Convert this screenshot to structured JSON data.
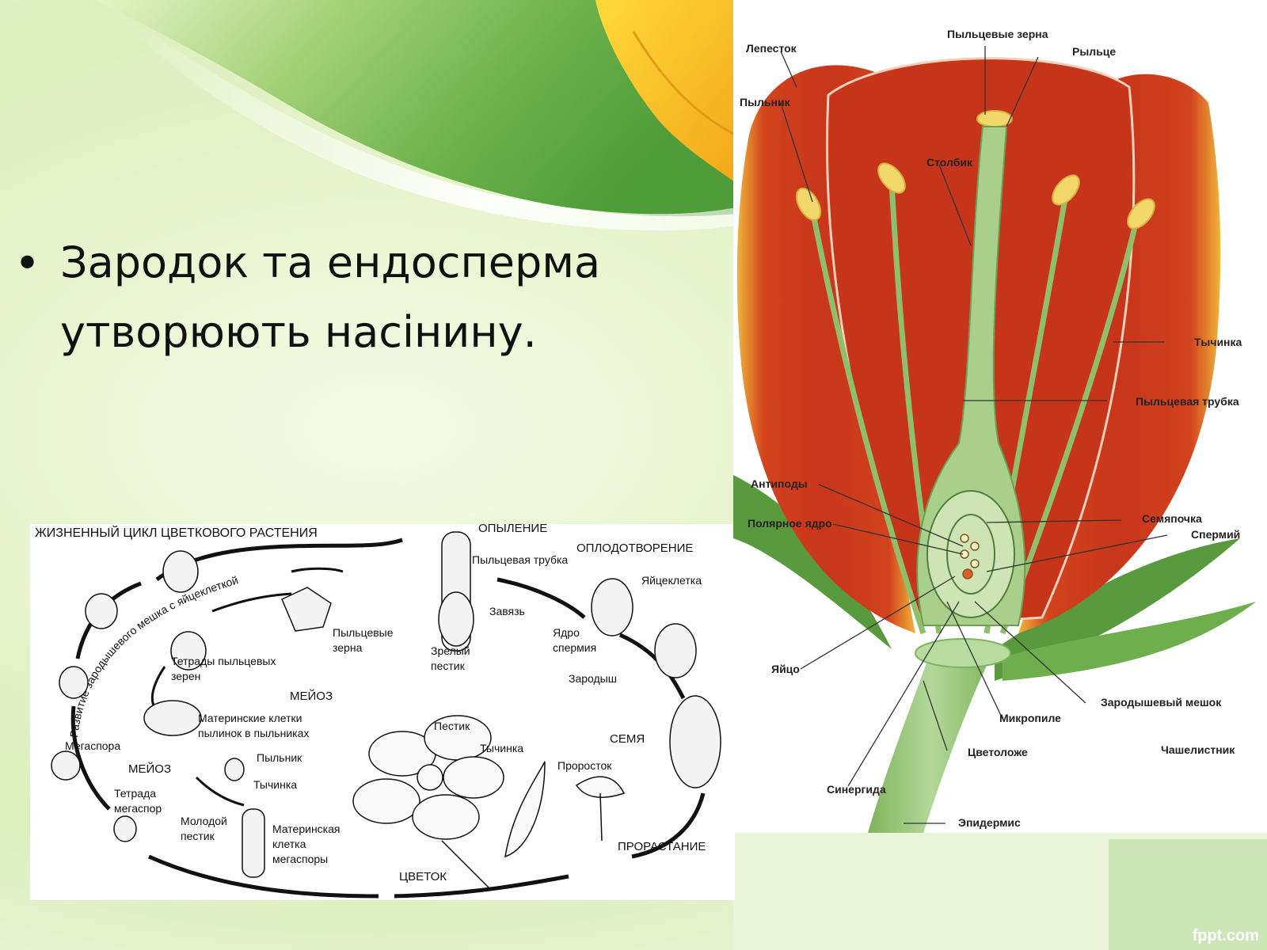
{
  "slide": {
    "bullet_line_1": "Зародок та ендосперма",
    "bullet_line_2": "утворюють насінину.",
    "brand": "fppt.com"
  },
  "lifecycle": {
    "title": "ЖИЗНЕННЫЙ ЦИКЛ ЦВЕТКОВОГО РАСТЕНИЯ",
    "arc_label": "Развитие зародышевого мешка с яйцеклеткой",
    "stages": {
      "pollination": "ОПЫЛЕНИЕ",
      "fertilization": "ОПЛОДОТВОРЕНИЕ",
      "seed": "СЕМЯ",
      "germination": "ПРОРАСТАНИЕ",
      "flower": "ЦВЕТОК",
      "meiosis_1": "МЕЙОЗ",
      "meiosis_2": "МЕЙОЗ"
    },
    "labels": {
      "pollen_tube": "Пыльцевая трубка",
      "ovary": "Завязь",
      "mature_pistil_1": "Зрелый",
      "mature_pistil_2": "пестик",
      "egg_cell": "Яйцеклетка",
      "sperm_nucleus_1": "Ядро",
      "sperm_nucleus_2": "спермия",
      "embryo": "Зародыш",
      "pollen_grains_1": "Пыльцевые",
      "pollen_grains_2": "зерна",
      "pollen_tetrads_1": "Тетрады пыльцевых",
      "pollen_tetrads_2": "зерен",
      "mother_cells_1": "Материнские клетки",
      "mother_cells_2": "пылинок в пыльниках",
      "megaspore": "Мегаспора",
      "anther": "Пыльник",
      "stamen": "Тычинка",
      "pistil": "Пестик",
      "stamen_2": "Тычинка",
      "sprout": "Проросток",
      "tetrad_megaspores_1": "Тетрада",
      "tetrad_megaspores_2": "мегаспор",
      "young_pistil_1": "Молодой",
      "young_pistil_2": "пестик",
      "megaspore_mother_1": "Материнская",
      "megaspore_mother_2": "клетка",
      "megaspore_mother_3": "мегаспоры"
    }
  },
  "flower": {
    "labels": {
      "petal": "Лепесток",
      "pollen_grains": "Пыльцевые зерна",
      "stigma": "Рыльце",
      "anther": "Пыльник",
      "style": "Столбик",
      "stamen": "Тычинка",
      "pollen_tube": "Пыльцевая трубка",
      "antipodes": "Антиподы",
      "polar_nucleus": "Полярное ядро",
      "ovule": "Семяпочка",
      "sperm": "Спермий",
      "egg": "Яйцо",
      "embryo_sac": "Зародышевый мешок",
      "micropyle": "Микропиле",
      "receptacle": "Цветоложе",
      "sepal": "Чашелистник",
      "synergid": "Синергида",
      "epidermis": "Эпидермис"
    }
  },
  "colors": {
    "petal_red": "#c8361b",
    "petal_yellow": "#f0b43a",
    "stem_green": "#8fbf6a",
    "leaf_green": "#5a9a3e",
    "bg_green": "#7cbf4a"
  }
}
